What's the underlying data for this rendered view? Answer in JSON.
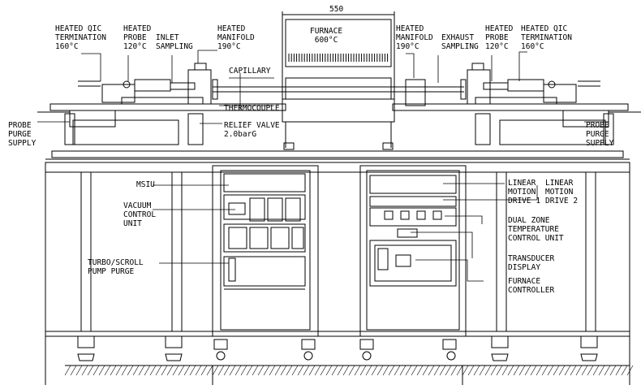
{
  "dimension": "550",
  "labels": {
    "heated_qic_left": "HEATED QIC\nTERMINATION\n160°C",
    "heated_probe_left": "HEATED\nPROBE\n120°C",
    "inlet_sampling": "INLET\nSAMPLING",
    "heated_manifold_left": "HEATED\nMANIFOLD\n190°C",
    "furnace": "FURNACE\n600°C",
    "capillary": "CAPILLARY",
    "thermocouple": "THERMOCOUPLE",
    "relief_valve": "RELIEF VALVE\n2.0barG",
    "heated_manifold_right": "HEATED\nMANIFOLD\n190°C",
    "exhaust_sampling": "EXHAUST\nSAMPLING",
    "heated_probe_right": "HEATED\nPROBE\n120°C",
    "heated_qic_right": "HEATED QIC\nTERMINATION\n160°C",
    "probe_purge_left": "PROBE\nPURGE\nSUPPLY",
    "probe_purge_right": "PROBE\nPURGE\nSUPPLY",
    "msiu": "MSIU",
    "vacuum_control": "VACUUM\nCONTROL\nUNIT",
    "turbo_scroll": "TURBO/SCROLL\nPUMP PURGE",
    "linear_motion_1": "LINEAR\nMOTION\nDRIVE 1",
    "linear_motion_2": "LINEAR\nMOTION\nDRIVE 2",
    "dual_zone": "DUAL ZONE\nTEMPERATURE\nCONTROL UNIT",
    "transducer": "TRANSDUCER\nDISPLAY",
    "furnace_controller": "FURNACE\nCONTROLLER"
  }
}
